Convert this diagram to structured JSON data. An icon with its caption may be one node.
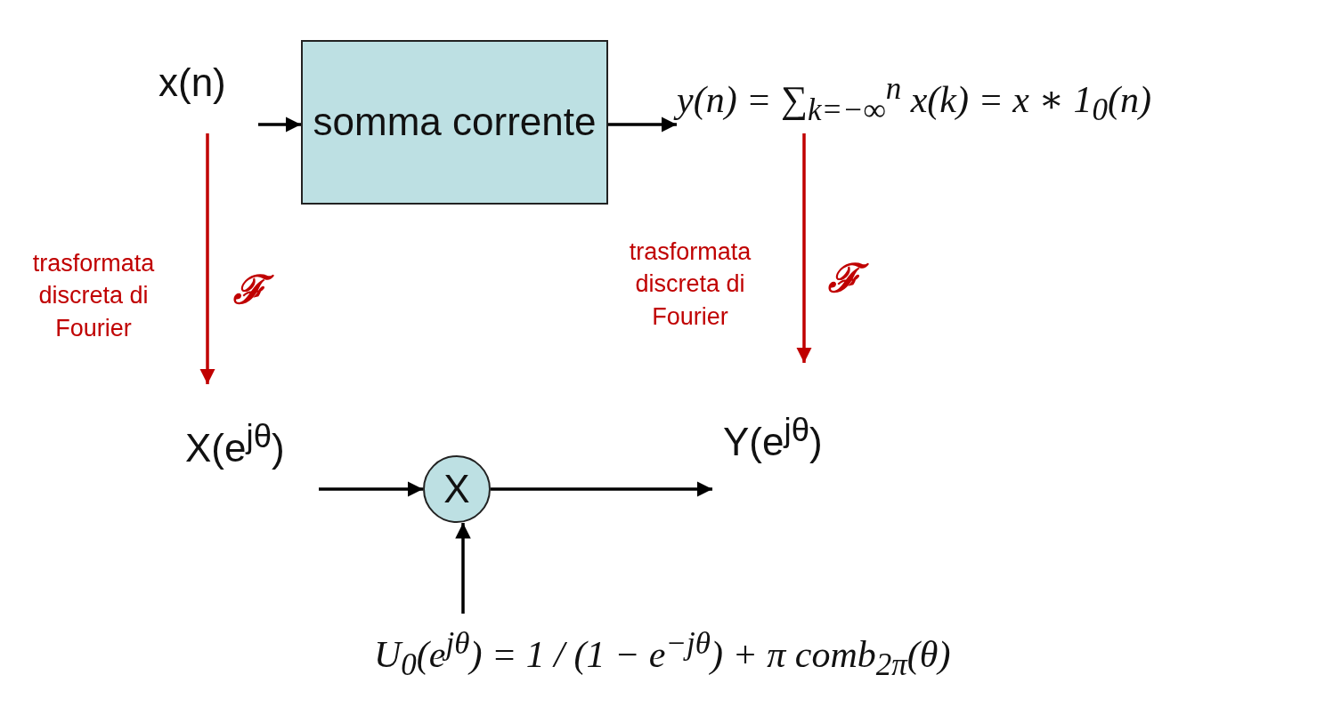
{
  "diagram": {
    "nodes": [
      {
        "text": [
          "x(n)"
        ]
      },
      {
        "text": [
          "somma corrente"
        ]
      },
      {
        "text": [
          "y(n) = ∑$_{k=−∞}$$^{n}$ x(k) = x ∗ 1$_{0}$(n)"
        ]
      },
      {
        "text": [
          "X(e$^{jθ}$)"
        ]
      },
      {
        "text": [
          "X"
        ]
      },
      {
        "text": [
          "Y(e$^{jθ}$)"
        ]
      },
      {
        "text": [
          "U$_{0}$(e$^{jθ}$) = 1 / (1 − e$^{−jθ}$) + π comb$_{2π}$(θ)"
        ]
      }
    ],
    "edges": [
      {
        "from": 0,
        "to": 1,
        "arrow": "to"
      },
      {
        "from": 1,
        "to": 2,
        "arrow": "to"
      },
      {
        "from": 0,
        "to": 3,
        "arrow": "to",
        "label": "ℱ",
        "color": "#c00000"
      },
      {
        "from": 2,
        "to": 5,
        "arrow": "to",
        "label": "ℱ",
        "color": "#c00000"
      },
      {
        "from": 3,
        "to": 4,
        "arrow": "to"
      },
      {
        "from": 4,
        "to": 5,
        "arrow": "to"
      },
      {
        "from": 6,
        "to": 4,
        "arrow": "to"
      }
    ],
    "labels": [
      "trasformata discreta di Fourier",
      "trasformata discreta di Fourier"
    ]
  }
}
